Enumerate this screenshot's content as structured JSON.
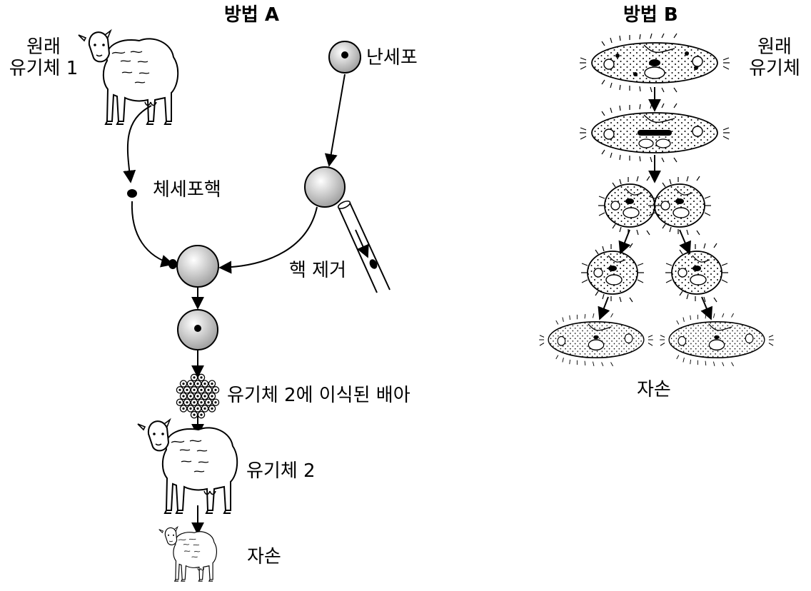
{
  "method_a": {
    "title": "방법 A",
    "original_label_line1": "원래",
    "original_label_line2": "유기체 1",
    "egg_label": "난세포",
    "somatic_nucleus_label": "체세포핵",
    "enucleation_label": "핵 제거",
    "embryo_label": "유기체 2에 이식된 배아",
    "organism2_label": "유기체 2",
    "offspring_label": "자손"
  },
  "method_b": {
    "title": "방법 B",
    "original_label_line1": "원래",
    "original_label_line2": "유기체",
    "offspring_label": "자손"
  },
  "colors": {
    "ink": "#000000",
    "cell_fill": "#d9d9d9",
    "background": "#ffffff"
  }
}
